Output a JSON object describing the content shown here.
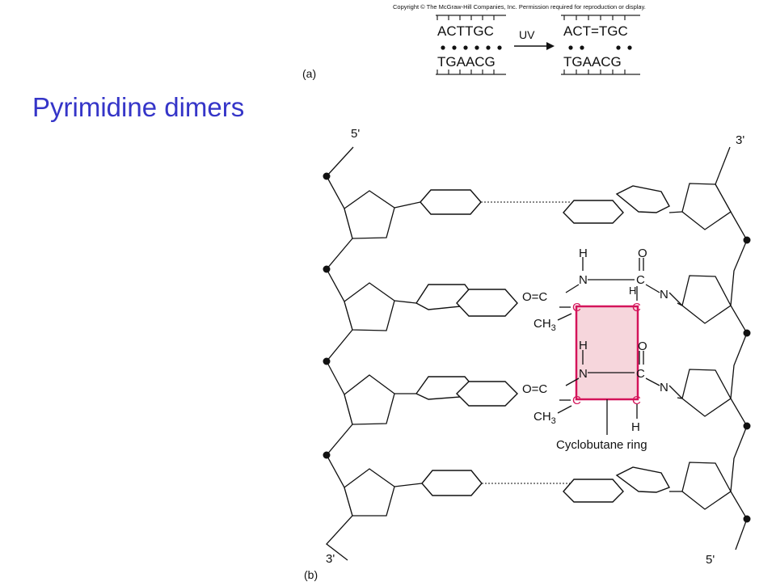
{
  "slide": {
    "title": "Pyrimidine dimers",
    "copyright": "Copyright © The McGraw-Hill Companies, Inc. Permission required for reproduction or display."
  },
  "panel_a": {
    "label": "(a)",
    "before_top": "ACTTGC",
    "before_bottom": "TGAACG",
    "arrow_label": "UV",
    "after_top": "ACT=TGC",
    "after_bottom": "TGAACG"
  },
  "panel_b": {
    "label": "(b)",
    "left_top_end": "5'",
    "right_top_end": "3'",
    "left_bottom_end": "3'",
    "right_bottom_end": "5'",
    "atoms": {
      "H": "H",
      "O": "O",
      "N": "N",
      "C": "C",
      "carbonyl": "O=C",
      "methyl": "CH",
      "methyl_sub": "3"
    },
    "ring_label": "Cyclobutane ring"
  },
  "colors": {
    "title": "#3535c8",
    "highlight_fill": "#f6d6dc",
    "highlight_stroke": "#d4145a"
  }
}
